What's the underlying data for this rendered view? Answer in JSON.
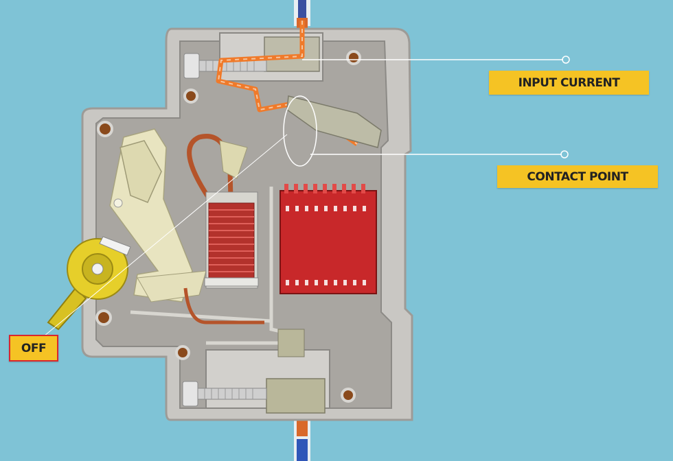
{
  "labels": {
    "input_current": "INPUT CURRENT",
    "contact_point": "CONTACT POINT",
    "off": "OFF"
  },
  "colors": {
    "background": "#7fc3d6",
    "housing": "#c9c7c3",
    "housing_inner": "#a9a6a1",
    "label_fill": "#f5c324",
    "label_border_off": "#d9262e",
    "current_path": "#f07a2a",
    "coil": "#b3322c",
    "arc_chute": "#c8282a",
    "lever": "#e8e4c0",
    "knob": "#e6cf2a",
    "terminal": "#b9b79a",
    "callout_line": "#ffffff"
  },
  "icons": {
    "knob": "rotary-handle-icon",
    "coil": "solenoid-coil-icon",
    "arc_chute": "arc-chute-icon"
  }
}
